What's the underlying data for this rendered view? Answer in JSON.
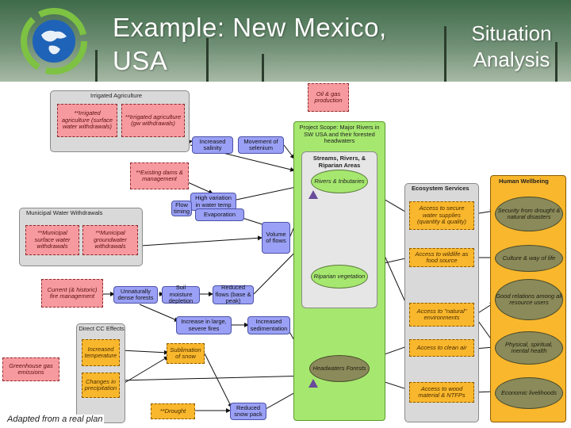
{
  "title": "Example: New Mexico, USA",
  "subtitle": "Situation Analysis",
  "footer": "Adapted from a real plan",
  "colors": {
    "header_green": "#3f6b4a",
    "threat_red": "#f79aa0",
    "factor_blue": "#9aa0f5",
    "target_green": "#a6e86f",
    "service_orange": "#f9b72d",
    "wellbeing_olive": "#8a8a5a"
  },
  "icons": {
    "logo": "globe-with-recycle-arrows-icon",
    "marker": "triangle-marker-icon"
  },
  "diagram": {
    "irrigated_agriculture": {
      "title": "Irrigated Agriculture",
      "surface": "**Irrigated agriculture (surface water withdrawals)",
      "ground": "**Irrigated agriculture (gw withdrawals)"
    },
    "oil_gas": "Oil & gas production",
    "salinity": "Increased salinity",
    "selenium": "Movement of selenium",
    "existing_dams": "**Existing dams & management",
    "water_temp": "High variation in water temp",
    "flow_timing": "Flow timing",
    "evaporation": "Evaporation",
    "municipal": {
      "title": "Municipal Water Withdrawals",
      "surface": "**Municipal surface water withdrawals",
      "ground": "**Municipal groundwater withdrawals"
    },
    "volume_flows": "Volume of flows",
    "fire_mgmt": "Current (& historic) fire management",
    "dense_forests": "Unnaturally dense forests",
    "soil_moisture": "Soil moisture depletion",
    "reduced_flows": "Reduced flows (base & peak)",
    "direct_cc": {
      "title": "Direct CC Effects",
      "temperature": "Increased temperature",
      "precipitation": "Changes in precipitation"
    },
    "large_fires": "Increase in large, severe fires",
    "sedimentation": "Increased sedimentation",
    "sublimation": "Sublimation of snow",
    "ghg": "Greenhouse gas emissions",
    "drought": "**Drought",
    "reduced_snow": "Reduced snow pack",
    "project_scope": "Project Scope: Major Rivers in SW USA and their forested headwaters",
    "streams_title": "Streams, Rivers, & Riparian Areas",
    "rivers": "Rivers & tributaries",
    "riparian": "Riparian vegetation",
    "headwaters": "Headwaters Forests",
    "ecosystem_services": {
      "title": "Ecosystem Services",
      "items": [
        "Access to secure water supplies (quantity & quality)",
        "Access to wildlife as food source",
        "Access to \"natural\" environments",
        "Access to clean air",
        "Access to wood material & NTFPs"
      ]
    },
    "human_wellbeing": {
      "title": "Human Wellbeing",
      "items": [
        "Security from drought & natural disasters",
        "Culture & way of life",
        "Good relations among all resource users",
        "Physical, spiritual, mental health",
        "Economic livelihoods"
      ]
    }
  }
}
